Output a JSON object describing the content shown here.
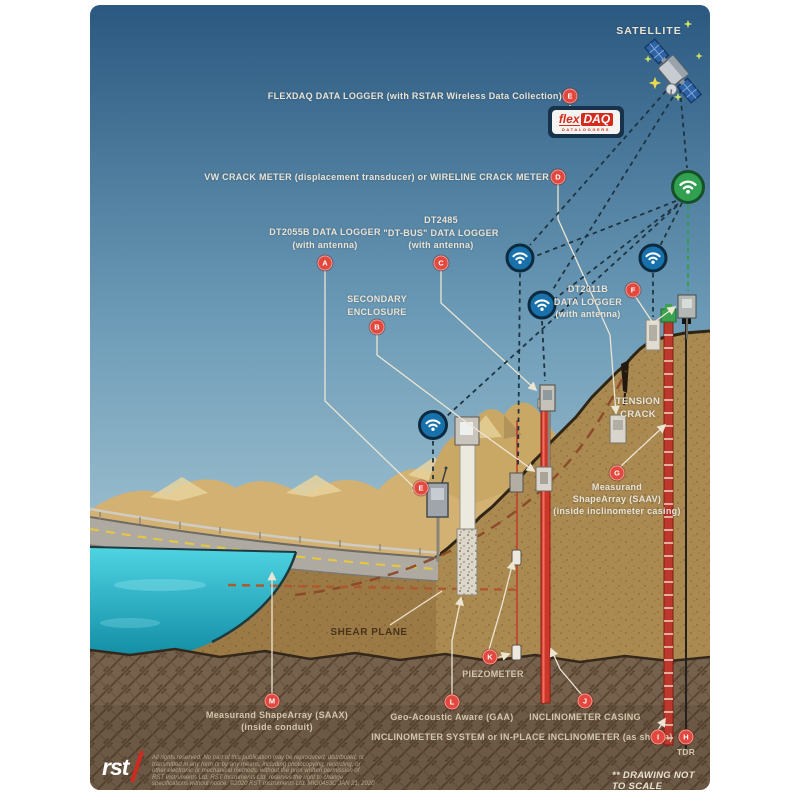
{
  "colors": {
    "sky_top": "#2a5880",
    "sky_bottom": "#a2c3d2",
    "water": "#2bb7cc",
    "soil": "#ab8a52",
    "bedrock": "#76614c",
    "badge_red": "#e2483d",
    "wifi_blue": "#1871ab",
    "wifi_green": "#31a050",
    "casing_red": "#cd372a",
    "logo_red": "#d42b1f"
  },
  "labels": {
    "satellite": {
      "text": "SATELLITE"
    },
    "flexdaq": {
      "text": "FLEXDAQ DATA LOGGER (with RSTAR Wireless Data Collection)",
      "badge": "E"
    },
    "flexdaq_logo": {
      "flex": "flex",
      "daq": "DAQ",
      "sub": "DATALOGGERS"
    },
    "crack_meter": {
      "text": "VW CRACK METER (displacement transducer) or WIRELINE CRACK METER",
      "badge": "D"
    },
    "dt2055b": {
      "lines": [
        "DT2055B DATA LOGGER",
        "(with antenna)"
      ],
      "badge": "A"
    },
    "dt2485": {
      "lines": [
        "DT2485",
        "\"DT-BUS\" DATA LOGGER",
        "(with antenna)"
      ],
      "badge": "C"
    },
    "secondary_enclosure": {
      "lines": [
        "SECONDARY",
        "ENCLOSURE"
      ],
      "badge": "B"
    },
    "dt2011b": {
      "lines": [
        "DT2011B",
        "DATA LOGGER",
        "(with antenna)"
      ],
      "badge": "F"
    },
    "tension_crack": {
      "lines": [
        "TENSION",
        "CRACK"
      ]
    },
    "saav": {
      "lines": [
        "Measurand",
        "ShapeArray (SAAV)",
        "(inside inclinometer casing)"
      ],
      "badge": "G"
    },
    "shear_plane": {
      "text": "SHEAR PLANE"
    },
    "piezometer": {
      "text": "PIEZOMETER",
      "badge": "K"
    },
    "saax": {
      "lines": [
        "Measurand ShapeArray (SAAX)",
        "(inside conduit)"
      ],
      "badge": "M"
    },
    "gaa": {
      "text": "Geo-Acoustic Aware (GAA)",
      "badge": "L"
    },
    "inclinometer_casing": {
      "text": "INCLINOMETER CASING",
      "badge": "J"
    },
    "inclinometer_system": {
      "text": "INCLINOMETER SYSTEM or IN-PLACE INCLINOMETER (as shown)",
      "badge": "I"
    },
    "tdr": {
      "text": "TDR",
      "badge": "H"
    },
    "device_badge_e": {
      "badge": "E"
    }
  },
  "footer": {
    "rst": "rst",
    "not_to_scale": "** DRAWING NOT TO SCALE",
    "copyright": "All rights reserved. No part of this publication may be reproduced, distributed, or\ntransmitted in any form or by any means, including photocopying, recording, or\nother electronic or mechanical methods, without the prior written permission of\nRST Instruments Ltd. RST Instruments Ltd. reserves the right to change\nspecifications without notice. ©2020 RST Instruments Ltd. MIG0453C JAN 21, 2020"
  }
}
